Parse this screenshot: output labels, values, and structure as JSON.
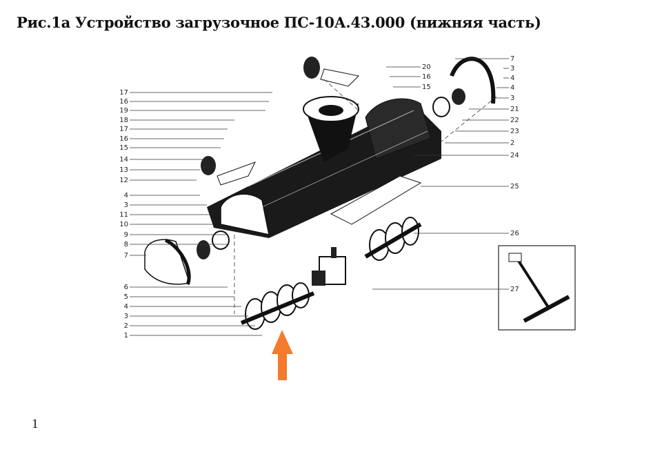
{
  "title": "Рис.1а Устройство загрузочное ПС-10А.43.000 (нижняя часть)",
  "page_number": "1",
  "diagram": {
    "left_labels": [
      "17",
      "16",
      "19",
      "18",
      "17",
      "16",
      "15",
      "14",
      "13",
      "12",
      "4",
      "3",
      "11",
      "10",
      "9",
      "8",
      "7",
      "6",
      "5",
      "4",
      "3",
      "2",
      "1"
    ],
    "right_labels": [
      "7",
      "3",
      "4",
      "4",
      "3",
      "21",
      "22",
      "23",
      "2",
      "24",
      "25",
      "26",
      "27"
    ],
    "top_labels": [
      "20",
      "16",
      "15"
    ]
  },
  "colors": {
    "arrow": "#f47a2c",
    "ink": "#111111"
  }
}
